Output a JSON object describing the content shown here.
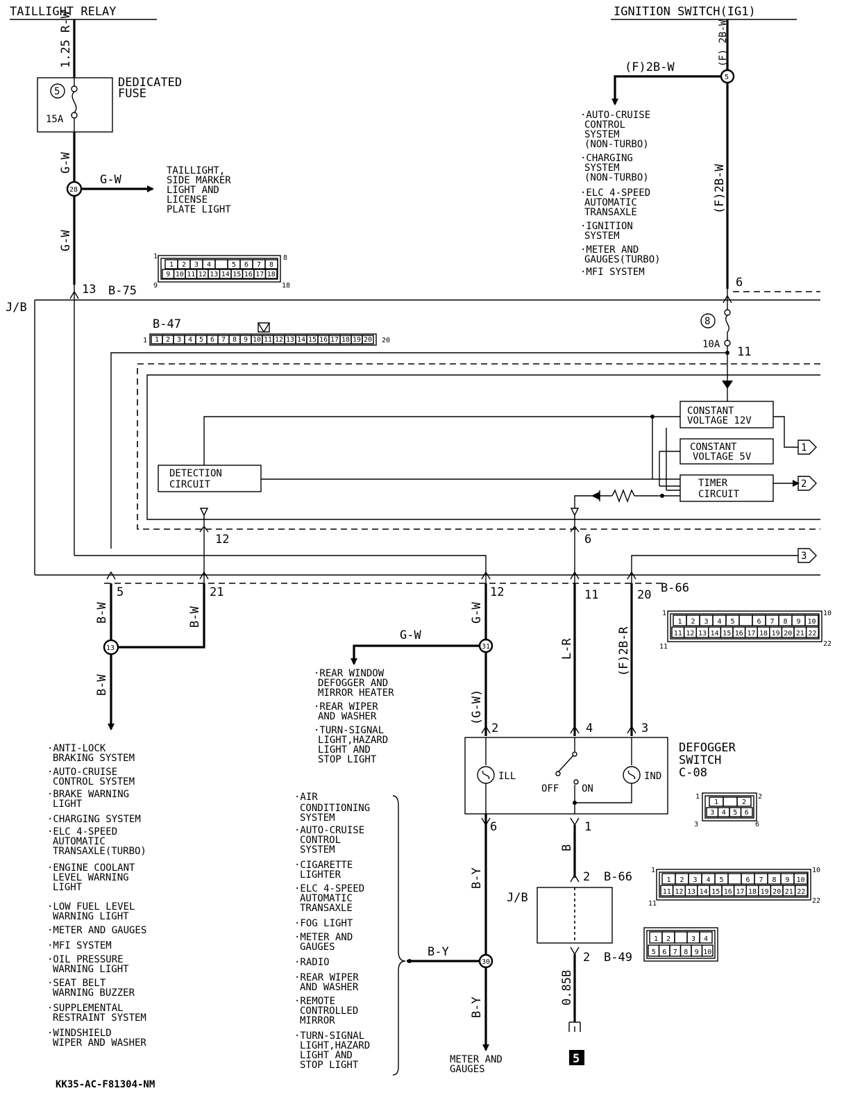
{
  "labels": {
    "taillight_relay": "TAILLIGHT RELAY",
    "ignition_switch": "IGNITION SWITCH(IG1)",
    "wire_125rw": "1.25 R-W",
    "wire_f2bw_top": "(F) 2B-W",
    "wire_f2bw_left": "(F)2B-W",
    "wire_f2bw_vert": "(F)2B-W",
    "dedicated_fuse_l1": "DEDICATED",
    "dedicated_fuse_l2": "FUSE",
    "fuse5_num": "5",
    "fuse5_amp": "15A",
    "fuse8_num": "8",
    "fuse8_amp": "10A",
    "gw": "G-W",
    "gw_paren": "(G-W)",
    "bw": "B-W",
    "by": "B-Y",
    "lr": "L-R",
    "f2br": "(F)2B-R",
    "b": "B",
    "b085": "0.85B",
    "jb": "J/B",
    "jb2": "J/B",
    "b75": "B-75",
    "b47": "B-47",
    "b66": "B-66",
    "b66b": "B-66",
    "b49": "B-49",
    "detection_l1": "DETECTION",
    "detection_l2": "CIRCUIT",
    "cv12_l1": "CONSTANT",
    "cv12_l2": "VOLTAGE 12V",
    "cv5_l1": "CONSTANT",
    "cv5_l2": "VOLTAGE 5V",
    "timer_l1": "TIMER",
    "timer_l2": "CIRCUIT",
    "defogger_l1": "DEFOGGER",
    "defogger_l2": "SWITCH",
    "defogger_l3": "C-08",
    "ill": "ILL",
    "ind": "IND",
    "off": "OFF",
    "on": "ON",
    "meter_l1": "METER AND",
    "meter_l2": "GAUGES",
    "ref_code": "KK35-AC-F81304-NM",
    "page_badge": "5"
  },
  "junctions": {
    "j28": "28",
    "j5": "5",
    "j13": "13",
    "j31": "31",
    "j30": "30"
  },
  "pins": {
    "p13": "13",
    "p6_ign": "6",
    "p11_fuse": "11",
    "p12_det": "12",
    "p6_timer": "6",
    "p5": "5",
    "p21": "21",
    "p12": "12",
    "p11": "11",
    "p20": "20",
    "sw2": "2",
    "sw4": "4",
    "sw3": "3",
    "sw6": "6",
    "sw1": "1",
    "jb2a": "2",
    "jb2b": "2",
    "out1": "1",
    "out2": "2",
    "out3": "3"
  },
  "lists": {
    "taillight": [
      "TAILLIGHT,",
      "SIDE MARKER",
      "LIGHT AND",
      "LICENSE",
      "PLATE LIGHT"
    ],
    "ign": [
      "·AUTO-CRUISE",
      "CONTROL",
      "SYSTEM",
      "(NON-TURBO)",
      "·CHARGING",
      "SYSTEM",
      "(NON-TURBO)",
      "·ELC 4-SPEED",
      "AUTOMATIC",
      "TRANSAXLE",
      "·IGNITION",
      "SYSTEM",
      "·METER AND",
      "GAUGES(TURBO)",
      "·MFI SYSTEM"
    ],
    "rear": [
      "·REAR WINDOW",
      "DEFOGGER AND",
      "MIRROR HEATER",
      "·REAR WIPER",
      "AND WASHER",
      "·TURN-SIGNAL",
      "LIGHT,HAZARD",
      "LIGHT AND",
      "STOP LIGHT"
    ],
    "left": [
      "·ANTI-LOCK",
      "BRAKING SYSTEM",
      "·AUTO-CRUISE",
      "CONTROL SYSTEM",
      "·BRAKE WARNING",
      "LIGHT",
      "·CHARGING SYSTEM",
      "·ELC 4-SPEED",
      "AUTOMATIC",
      "TRANSAXLE(TURBO)",
      "·ENGINE COOLANT",
      "LEVEL WARNING",
      "LIGHT",
      "·LOW FUEL LEVEL",
      "WARNING LIGHT",
      "·METER AND GAUGES",
      "·MFI SYSTEM",
      "·OIL PRESSURE",
      "WARNING LIGHT",
      "·SEAT BELT",
      "WARNING BUZZER",
      "·SUPPLEMENTAL",
      "RESTRAINT SYSTEM",
      "·WINDSHIELD",
      "WIPER AND WASHER"
    ],
    "mid": [
      "·AIR",
      "CONDITIONING",
      "SYSTEM",
      "·AUTO-CRUISE",
      "CONTROL",
      "SYSTEM",
      "·CIGARETTE",
      "LIGHTER",
      "·ELC 4-SPEED",
      "AUTOMATIC",
      "TRANSAXLE",
      "·FOG LIGHT",
      "·METER AND",
      "GAUGES",
      "·RADIO",
      "·REAR WIPER",
      "AND WASHER",
      "·REMOTE",
      "CONTROLLED",
      "MIRROR",
      "·TURN-SIGNAL",
      "LIGHT,HAZARD",
      "LIGHT AND",
      "STOP LIGHT"
    ]
  },
  "connectors": {
    "b75": {
      "top": [
        "1",
        "2",
        "3",
        "4",
        "",
        "5",
        "6",
        "7",
        "8"
      ],
      "bottom": [
        "9",
        "10",
        "11",
        "12",
        "13",
        "14",
        "15",
        "16",
        "17",
        "18"
      ],
      "ends": [
        "1",
        "8",
        "9",
        "18"
      ]
    },
    "b47": {
      "cells": [
        "1",
        "2",
        "3",
        "4",
        "5",
        "6",
        "7",
        "8",
        "9",
        "10",
        "11",
        "12",
        "13",
        "14",
        "15",
        "16",
        "17",
        "18",
        "19",
        "20"
      ],
      "ends": [
        "1",
        "20"
      ]
    },
    "b66": {
      "top": [
        "1",
        "2",
        "3",
        "4",
        "5",
        "",
        "6",
        "7",
        "8",
        "9",
        "10"
      ],
      "bottom": [
        "11",
        "12",
        "13",
        "14",
        "15",
        "16",
        "17",
        "18",
        "19",
        "20",
        "21",
        "22"
      ],
      "ends": [
        "1",
        "10",
        "11",
        "22"
      ]
    },
    "c08": {
      "top": [
        "1",
        "",
        "2"
      ],
      "bottom": [
        "3",
        "4",
        "5",
        "6"
      ],
      "ends": [
        "1",
        "2",
        "3",
        "6"
      ]
    },
    "b49": {
      "top": [
        "1",
        "2",
        "",
        "3",
        "4"
      ],
      "bottom": [
        "5",
        "6",
        "7",
        "8",
        "9",
        "10"
      ]
    }
  }
}
